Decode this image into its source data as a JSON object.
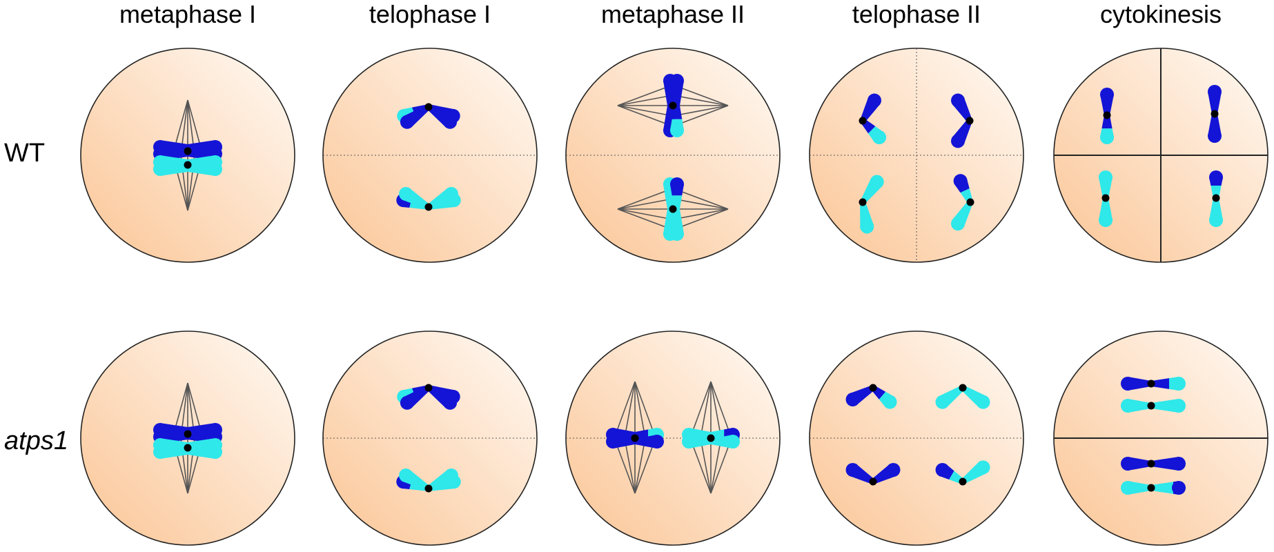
{
  "stages": [
    "metaphase I",
    "telophase I",
    "metaphase II",
    "telophase II",
    "cytokinesis"
  ],
  "genotypes": [
    "WT",
    "atps1"
  ],
  "colors": {
    "chromosome_dark": "#1414d6",
    "chromosome_light": "#2ee8ea",
    "centromere": "#000000",
    "spindle": "#555555",
    "cell_outline": "#222222",
    "cell_fill_light": "#fffaf5",
    "cell_fill_dark": "#fbc595"
  }
}
